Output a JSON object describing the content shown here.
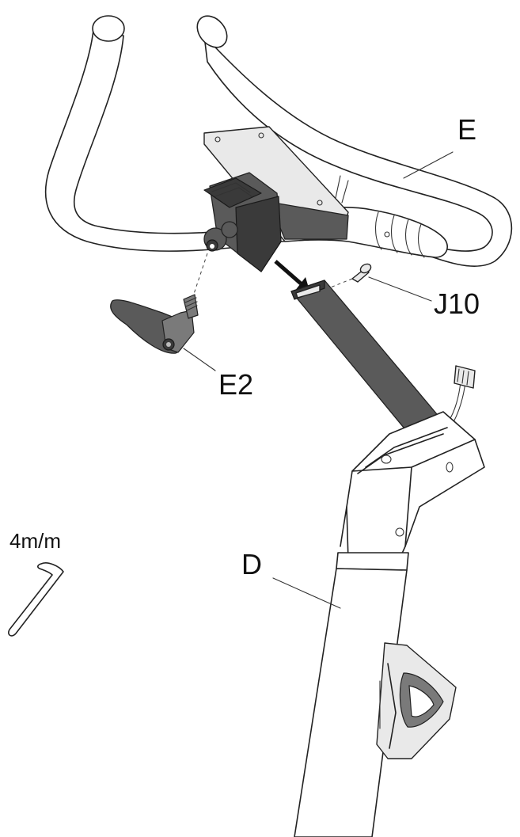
{
  "labels": {
    "handlebar": "E",
    "bolt": "J10",
    "knob": "E2",
    "post": "D",
    "wrench_size": "4m/m"
  }
}
